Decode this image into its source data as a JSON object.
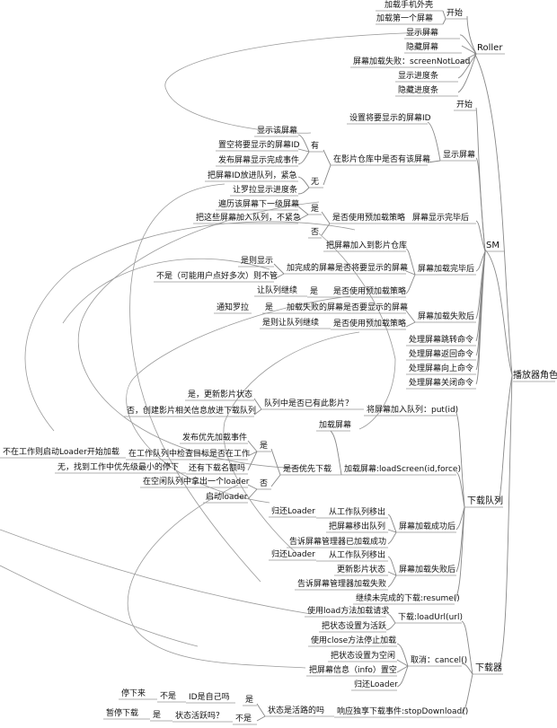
{
  "root": "播放器角色",
  "branches": {
    "roller": {
      "label": "Roller",
      "start": {
        "label": "开始",
        "items": [
          "加载手机外壳",
          "加载第一个屏幕"
        ]
      },
      "items": [
        "显示屏幕",
        "隐藏屏幕",
        "屏幕加载失败：screenNotLoad",
        "显示进度条",
        "隐藏进度条"
      ]
    },
    "sm": {
      "label": "SM",
      "start": "开始",
      "show_screen": {
        "label": "显示屏幕",
        "set_id": "设置将要显示的屏幕ID",
        "in_repo": "在影片仓库中是否有该屏幕",
        "yes": "有",
        "yes_items": [
          "显示该屏幕",
          "置空将要显示的屏幕ID",
          "发布屏幕显示完成事件"
        ],
        "no": "无",
        "no_items": [
          "把屏幕ID放进队列，紧急",
          "让罗拉显示进度条"
        ]
      },
      "after_show": {
        "label": "屏幕显示完毕后",
        "question": "是否使用预加载策略",
        "yes": "是",
        "yes_items": [
          "遍历该屏幕下一级屏幕",
          "把这些屏幕加入队列，不紧急"
        ],
        "no": "否"
      },
      "after_load": {
        "label": "屏幕加载完毕后",
        "add_repo": "把屏幕加入到影片仓库",
        "is_showing": "加完成的屏幕是否将要显示的屏幕",
        "is_yes": "是则显示",
        "is_no": "不是（可能用户点好多次）则不管",
        "preload": "是否使用预加载策略",
        "preload_yes": "是",
        "preload_item": "让队列继续"
      },
      "after_fail": {
        "label": "屏幕加载失败后",
        "is_showing": "加载失败的屏幕是否要显示的屏幕",
        "is_yes": "是",
        "is_yes_item": "通知罗拉",
        "preload": "是否使用预加载策略",
        "preload_item": "是则让队列继续"
      },
      "commands": [
        "处理屏幕跳转命令",
        "处理屏幕返回命令",
        "处理屏幕向上命令",
        "处理屏幕关闭命令"
      ]
    },
    "queue": {
      "label": "下载队列",
      "put": {
        "label": "将屏幕加入队列：put(id)",
        "question": "队列中是否已有此影片？",
        "yes": "是，更新影片状态",
        "no": "否，创建影片相关信息放进下载队列"
      },
      "load_screen": {
        "label": "加载屏幕:loadScreen(id,force)",
        "load_screen": "加载屏幕",
        "priority": "是否优先下载",
        "publish": "发布优先加载事件",
        "yes": "是",
        "in_work": "在工作队列中检查目标是否在工作",
        "in_work_result": "不在工作则启动Loader开始加载",
        "has_free": "还有下载名额吗",
        "has_free_no": "无，找到工作中优先级最小的停下",
        "no": "否",
        "take": "在空闲队列中拿出一个loader",
        "start": "启动loader"
      },
      "load_ok": {
        "label": "屏幕加载成功后",
        "return_loader": "归还Loader",
        "remove_work": "从工作队列移出",
        "remove_queue": "把屏幕移出队列",
        "notify": "告诉屏幕管理器已加载成功"
      },
      "load_fail": {
        "label": "屏幕加载失败后",
        "return_loader": "归还Loader",
        "remove_work": "从工作队列移出",
        "update": "更新影片状态",
        "notify": "告诉屏幕管理器加载失败"
      },
      "resume": "继续未完成的下载:resume()"
    },
    "downloader": {
      "label": "下载器",
      "load_url": {
        "label": "下载:loadUrl(url)",
        "use_load": "使用load方法加载请求",
        "set_busy": "把状态设置为活跃"
      },
      "cancel": {
        "label": "取消：cancel()",
        "use_close": "使用close方法停止加载",
        "set_idle": "把状态设置为空闲",
        "clear_info": "把屏幕信息（info）置空",
        "return_loader": "归还Loader"
      },
      "stop": {
        "label": "响应独享下载事件:stopDownload()",
        "is_active": "状态是活路的吗",
        "is_active_yes": "是",
        "is_self": "ID是自己吗",
        "is_self_no": "不是",
        "stop": "停下来",
        "is_active_no": "不是",
        "is_active2": "状态活跃吗？",
        "yes2": "是",
        "pause": "暂停下载"
      }
    }
  }
}
